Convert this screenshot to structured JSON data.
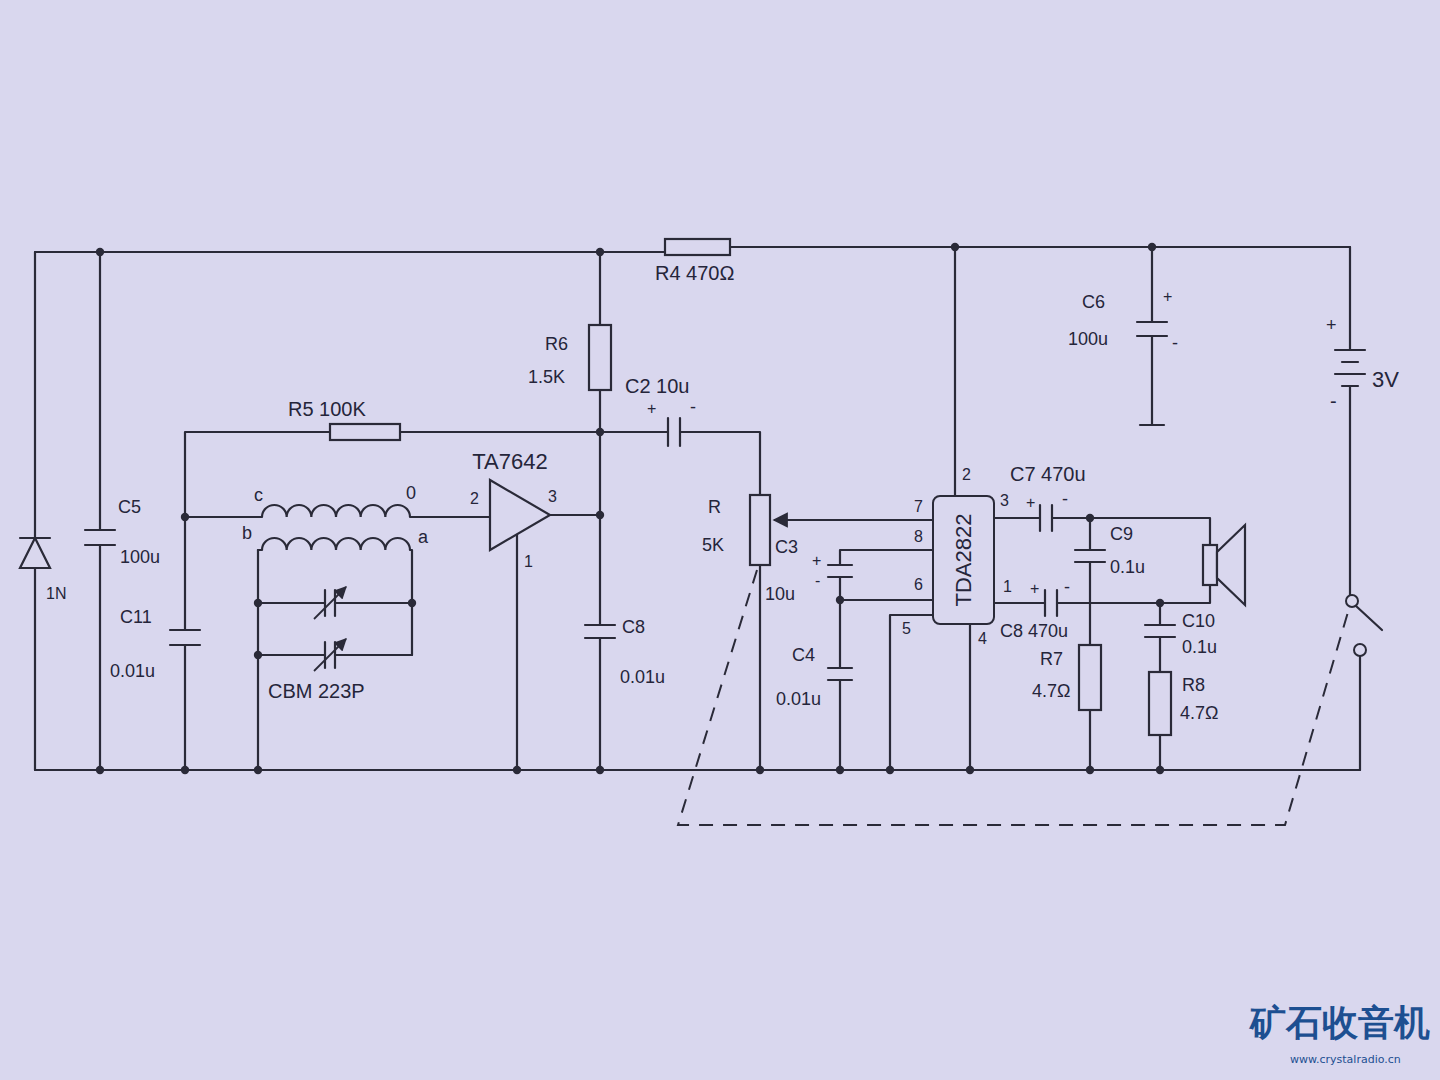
{
  "diagram": {
    "nodes": [
      {
        "text": [
          "TA7642"
        ]
      },
      {
        "text": [
          "TDA2822"
        ]
      }
    ],
    "labels": [
      "R4 470Ω",
      "R6",
      "1.5K",
      "C2 10u",
      "+",
      "-",
      "R5 100K",
      "C5",
      "100u",
      "C11",
      "0.01u",
      "1N",
      "c",
      "0",
      "b",
      "a",
      "2",
      "3",
      "1",
      "CBM 223P",
      "C8",
      "0.01u",
      "R",
      "5K",
      "C3",
      "10u",
      "+",
      "-",
      "C4",
      "0.01u",
      "7",
      "8",
      "6",
      "5",
      "2",
      "4",
      "3",
      "1",
      "C7 470u",
      "+",
      "-",
      "+",
      "-",
      "C8 470u",
      "C9",
      "0.1u",
      "R7",
      "4.7Ω",
      "C10",
      "0.1u",
      "R8",
      "4.7Ω",
      "C6",
      "100u",
      "+",
      "-",
      "+",
      "-",
      "3V",
      "矿石收音机",
      "www.crystalradio.cn"
    ]
  }
}
